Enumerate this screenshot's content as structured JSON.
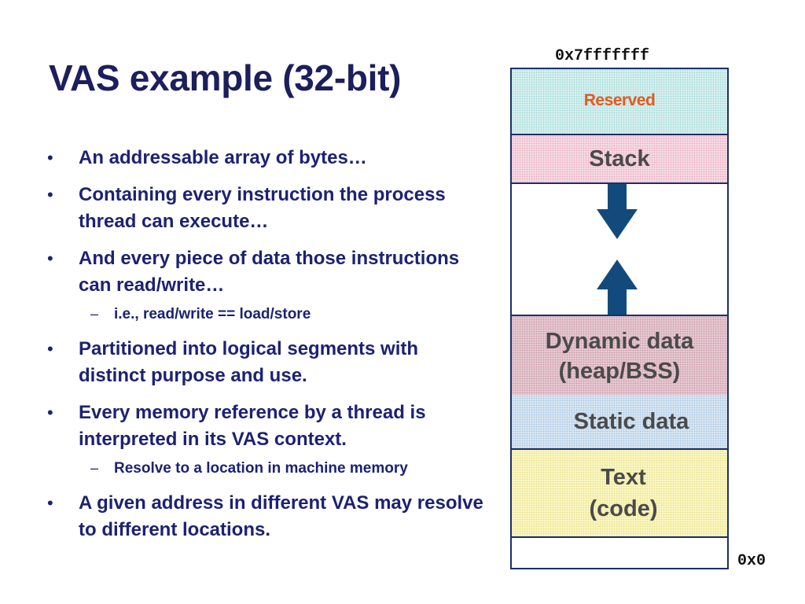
{
  "slide": {
    "title": "VAS example (32-bit)",
    "bullets": [
      {
        "text": "An addressable array of bytes…"
      },
      {
        "text": "Containing every instruction the process thread can execute…"
      },
      {
        "text": "And every piece of data those instructions can read/write…",
        "sub": "i.e., read/write == load/store"
      },
      {
        "text": "Partitioned into logical segments with distinct purpose and use."
      },
      {
        "text": "Every memory reference by a thread is interpreted in its VAS context.",
        "sub": "Resolve to a location in machine memory"
      },
      {
        "text": "A given address in different VAS may resolve to different locations."
      }
    ],
    "bullet_glyph": "•",
    "sub_glyph": "–"
  },
  "diagram": {
    "top_address": "0x7fffffff",
    "bottom_address": "0x0",
    "segments": {
      "reserved": "Reserved",
      "stack": "Stack",
      "dynamic_line1": "Dynamic data",
      "dynamic_line2": "(heap/BSS)",
      "static": "Static data",
      "text_line1": "Text",
      "text_line2": "(code)"
    },
    "colors": {
      "reserved_text": "#e8581c",
      "segment_text": "#4a4a4a",
      "arrow": "#134a7c",
      "border": "#1b2e6a"
    }
  }
}
